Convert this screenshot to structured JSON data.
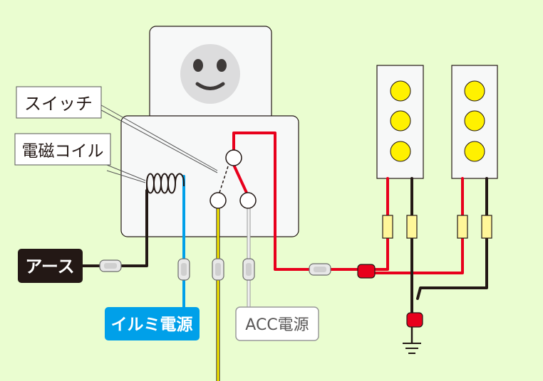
{
  "labels": {
    "switch": "スイッチ",
    "coil": "電磁コイル",
    "ground": "アース",
    "illumination": "イルミ電源",
    "acc": "ACC電源"
  },
  "colors": {
    "background": "#eafdd0",
    "red_wire": "#e8001c",
    "black_wire": "#231815",
    "blue_wire": "#00a0e9",
    "yellow_wire": "#fff100",
    "white_wire": "#e0e0e0",
    "led": "#fff100",
    "fuse": "#fff799",
    "ground_label_bg": "#231815",
    "illumination_label_bg": "#00a0e9"
  },
  "icons": [
    "smiley-face-icon",
    "ground-symbol-icon",
    "led-icon",
    "fuse-icon",
    "connector-icon"
  ]
}
